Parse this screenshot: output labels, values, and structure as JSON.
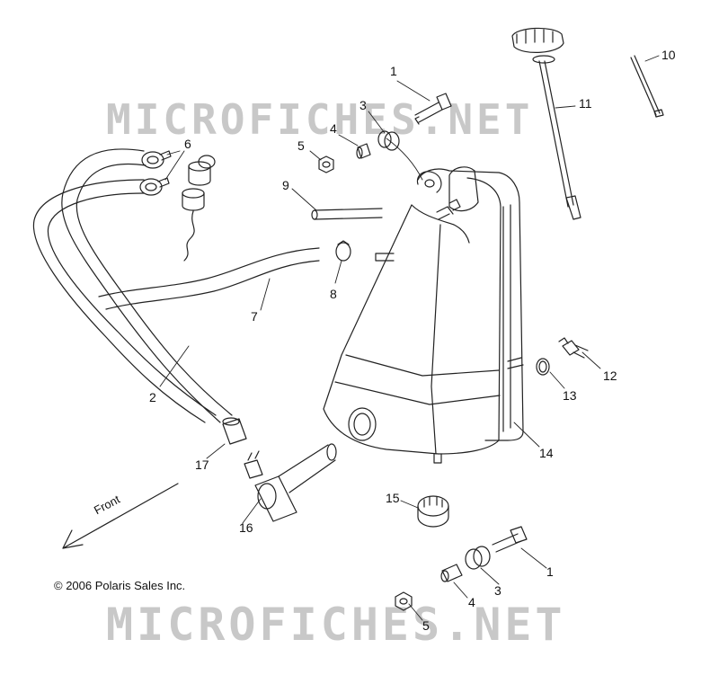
{
  "watermark": {
    "top": "MICROFICHES.NET",
    "bottom": "MICROFICHES.NET"
  },
  "copyright": "© 2006 Polaris Sales Inc.",
  "front_label": "Front",
  "callouts": {
    "c1a": "1",
    "c3a": "3",
    "c4a": "4",
    "c5a": "5",
    "c6": "6",
    "c9": "9",
    "c10": "10",
    "c11": "11",
    "c7": "7",
    "c8": "8",
    "c2": "2",
    "c12": "12",
    "c13": "13",
    "c14": "14",
    "c15": "15",
    "c16": "16",
    "c17": "17",
    "c1b": "1",
    "c3b": "3",
    "c4b": "4",
    "c5b": "5"
  }
}
